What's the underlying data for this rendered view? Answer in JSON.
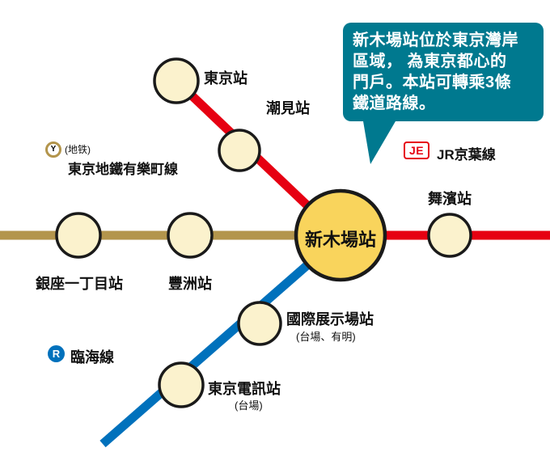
{
  "bubble": {
    "bg": "#00798f",
    "lines": [
      "新木場站位於東京灣岸",
      "區域， 為東京都心的",
      "門戶。本站可轉乘3條",
      "鐵道路線。"
    ]
  },
  "rail_lines": {
    "keiyo": {
      "badge": "JE",
      "label": "JR京葉線",
      "color": "#e60012"
    },
    "yurakucho": {
      "logo": "Y",
      "note": "(地铁)",
      "label": "東京地鐵有樂町線",
      "color": "#b3954c"
    },
    "rinkai": {
      "logo": "R",
      "label": "臨海線",
      "color": "#0071bc"
    }
  },
  "stations": {
    "tokyo": {
      "label": "東京站"
    },
    "shiomi": {
      "label": "潮見站"
    },
    "shinkiba": {
      "label": "新木場站"
    },
    "maihama": {
      "label": "舞濱站"
    },
    "ginza_itchome": {
      "label": "銀座一丁目站"
    },
    "toyosu": {
      "label": "豐洲站"
    },
    "kokusai_tenjijo": {
      "label": "國際展示場站",
      "note": "(台場、有明)"
    },
    "tokyo_teleport": {
      "label": "東京電訊站",
      "note": "(台場)"
    }
  },
  "colors": {
    "station_fill": "#fbf2cd",
    "hub_fill": "#f9d45c"
  }
}
